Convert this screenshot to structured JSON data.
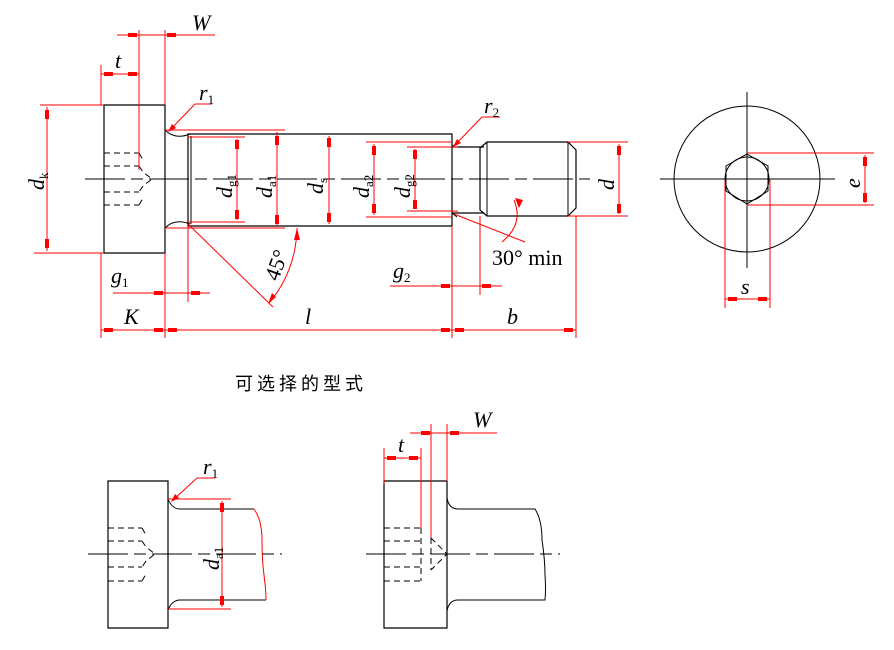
{
  "title": "Shoulder screw dimension drawing",
  "colors": {
    "outline": "#000000",
    "dimension": "#ff0000",
    "background": "#ffffff"
  },
  "main_view": {
    "labels": {
      "W": "W",
      "t": "t",
      "r1": "r",
      "r1_sub": "1",
      "r2": "r",
      "r2_sub": "2",
      "dk": "d",
      "dk_sub": "k",
      "dg1": "d",
      "dg1_sub": "g1",
      "da1": "d",
      "da1_sub": "a1",
      "ds": "d",
      "ds_sub": "s",
      "da2": "d",
      "da2_sub": "a2",
      "dg2": "d",
      "dg2_sub": "g2",
      "d": "d",
      "angle45": "45°",
      "angle30": "30°  min",
      "g1": "g",
      "g1_sub": "1",
      "g2": "g",
      "g2_sub": "2",
      "K": "K",
      "l": "l",
      "b": "b"
    }
  },
  "end_view": {
    "labels": {
      "e": "e",
      "s": "s"
    }
  },
  "caption": "可选择的型式",
  "alt_view_1": {
    "labels": {
      "r1": "r",
      "r1_sub": "1",
      "da1": "d",
      "da1_sub": "a1"
    }
  },
  "alt_view_2": {
    "labels": {
      "t": "t",
      "W": "W"
    }
  }
}
